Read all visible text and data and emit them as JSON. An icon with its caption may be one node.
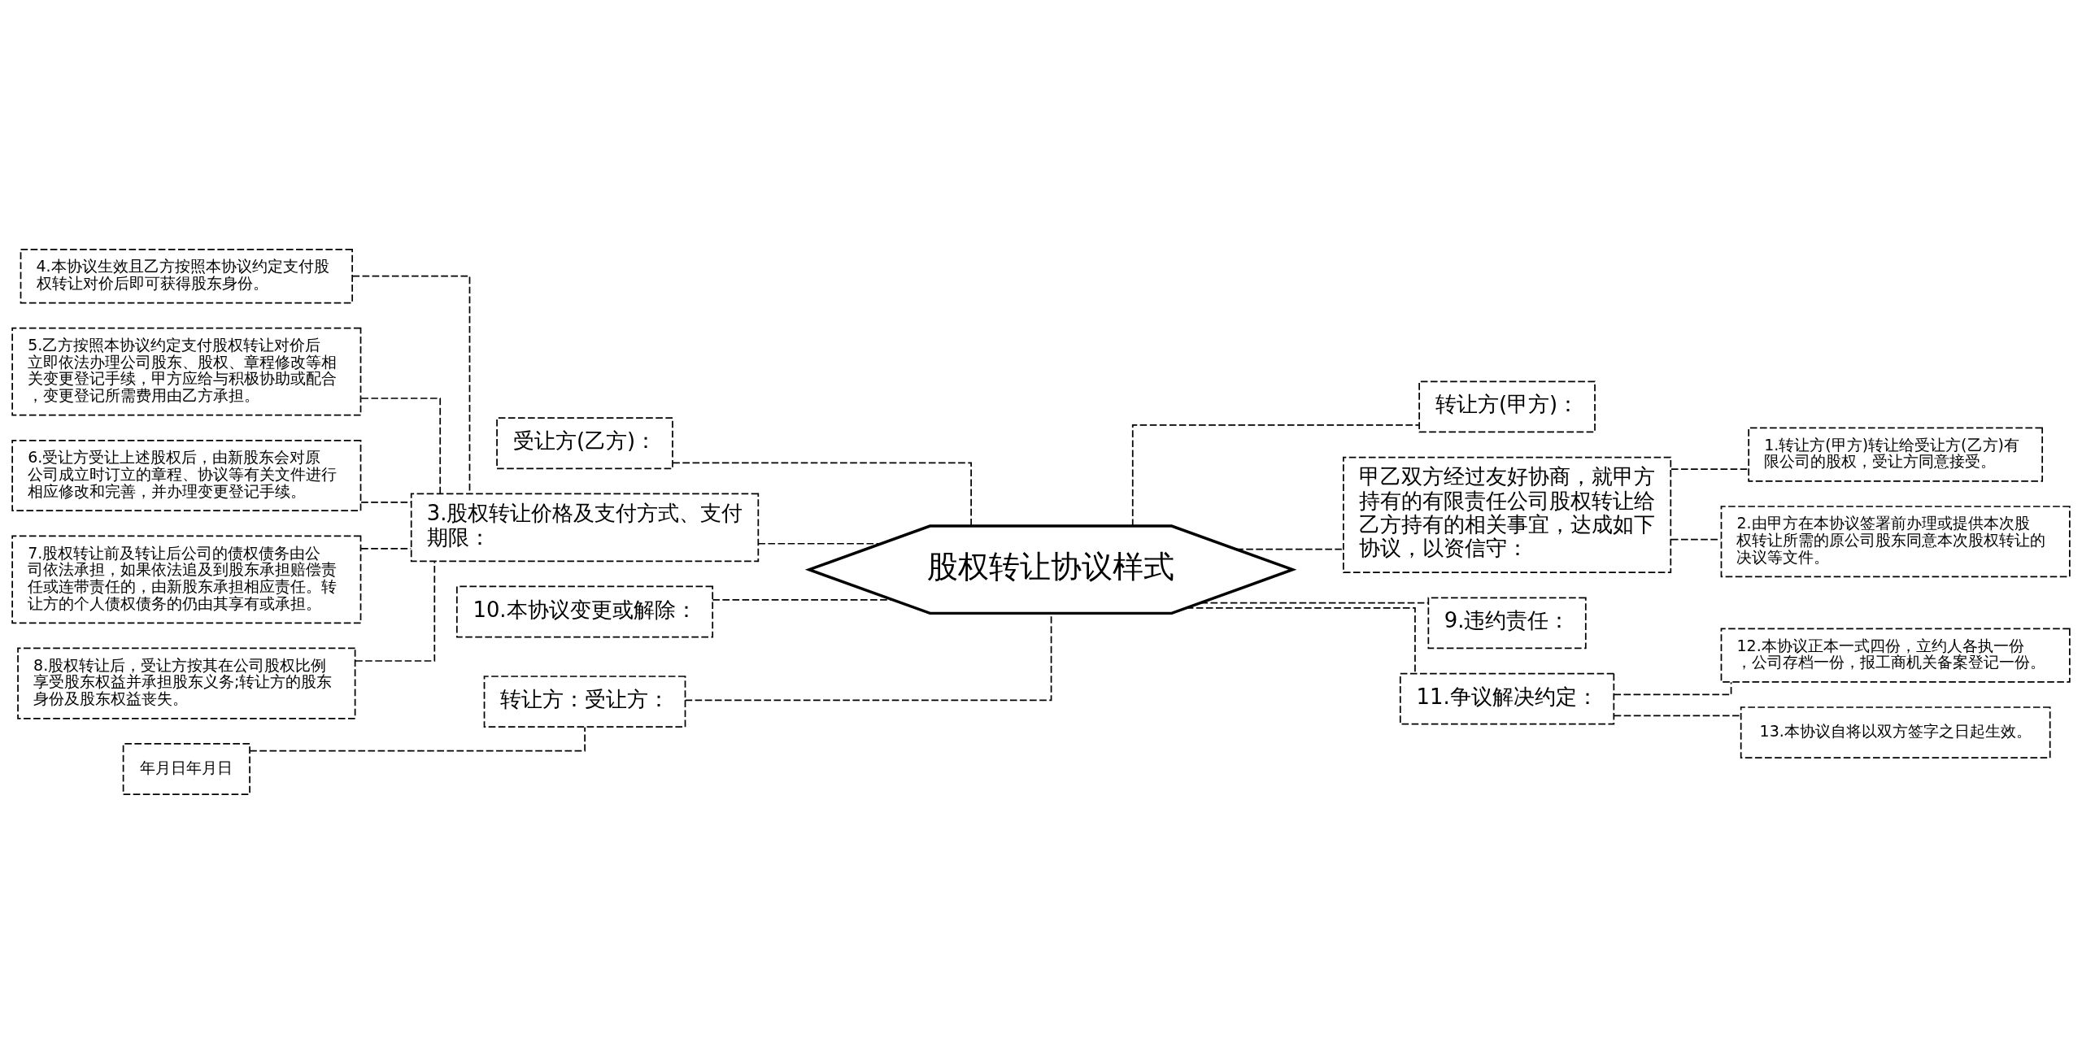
{
  "diagram": {
    "nodes": [
      {
        "text": [
          "股权转让协议样式"
        ]
      },
      {
        "text": [
          "受让方(乙方)："
        ]
      },
      {
        "text": [
          "3.股权转让价格及支付方式、支付期限："
        ]
      },
      {
        "text": [
          "4.本协议生效且乙方按照本协议约定支付股权转让对价后即可获得股东身份。"
        ]
      },
      {
        "text": [
          "5.乙方按照本协议约定支付股权转让对价后立即依法办理公司股东、股权、章程修改等相关变更登记手续，甲方应给与积极协助或配合，变更登记所需费用由乙方承担。"
        ]
      },
      {
        "text": [
          "6.受让方受让上述股权后，由新股东会对原公司成立时订立的章程、协议等有关文件进行相应修改和完善，并办理变更登记手续。"
        ]
      },
      {
        "text": [
          "7.股权转让前及转让后公司的债权债务由公司依法承担，如果依法追及到股东承担赔偿责任或连带责任的，由新股东承担相应责任。转让方的个人债权债务的仍由其享有或承担。"
        ]
      },
      {
        "text": [
          "8.股权转让后，受让方按其在公司股权比例享受股东权益并承担股东义务;转让方的股东身份及股东权益丧失。"
        ]
      },
      {
        "text": [
          "10.本协议变更或解除："
        ]
      },
      {
        "text": [
          "转让方：受让方："
        ]
      },
      {
        "text": [
          "年月日年月日"
        ]
      },
      {
        "text": [
          "转让方(甲方)："
        ]
      },
      {
        "text": [
          "甲乙双方经过友好协商，就甲方持有的有限责任公司股权转让给乙方持有的相关事宜，达成如下协议，以资信守："
        ]
      },
      {
        "text": [
          "1.转让方(甲方)转让给受让方(乙方)有限公司的股权，受让方同意接受。"
        ]
      },
      {
        "text": [
          "2.由甲方在本协议签署前办理或提供本次股权转让所需的原公司股东同意本次股权转让的决议等文件。"
        ]
      },
      {
        "text": [
          "9.违约责任："
        ]
      },
      {
        "text": [
          "11.争议解决约定："
        ]
      },
      {
        "text": [
          "12.本协议正本一式四份，立约人各执一份，公司存档一份，报工商机关备案登记一份。"
        ]
      },
      {
        "text": [
          "13.本协议自将以双方签字之日起生效。"
        ]
      }
    ],
    "edges": [
      {
        "from": 0,
        "to": 1,
        "arrow": "none",
        "style": "dashed"
      },
      {
        "from": 0,
        "to": 2,
        "arrow": "none",
        "style": "dashed"
      },
      {
        "from": 2,
        "to": 3,
        "arrow": "none",
        "style": "dashed"
      },
      {
        "from": 2,
        "to": 4,
        "arrow": "none",
        "style": "dashed"
      },
      {
        "from": 2,
        "to": 5,
        "arrow": "none",
        "style": "dashed"
      },
      {
        "from": 2,
        "to": 6,
        "arrow": "none",
        "style": "dashed"
      },
      {
        "from": 2,
        "to": 7,
        "arrow": "none",
        "style": "dashed"
      },
      {
        "from": 0,
        "to": 8,
        "arrow": "none",
        "style": "dashed"
      },
      {
        "from": 0,
        "to": 9,
        "arrow": "none",
        "style": "dashed"
      },
      {
        "from": 9,
        "to": 10,
        "arrow": "none",
        "style": "dashed"
      },
      {
        "from": 0,
        "to": 11,
        "arrow": "none",
        "style": "dashed"
      },
      {
        "from": 0,
        "to": 12,
        "arrow": "none",
        "style": "dashed"
      },
      {
        "from": 12,
        "to": 13,
        "arrow": "none",
        "style": "dashed"
      },
      {
        "from": 12,
        "to": 14,
        "arrow": "none",
        "style": "dashed"
      },
      {
        "from": 0,
        "to": 15,
        "arrow": "none",
        "style": "dashed"
      },
      {
        "from": 0,
        "to": 16,
        "arrow": "none",
        "style": "dashed"
      },
      {
        "from": 16,
        "to": 17,
        "arrow": "none",
        "style": "dashed"
      },
      {
        "from": 16,
        "to": 18,
        "arrow": "none",
        "style": "dashed"
      }
    ]
  }
}
